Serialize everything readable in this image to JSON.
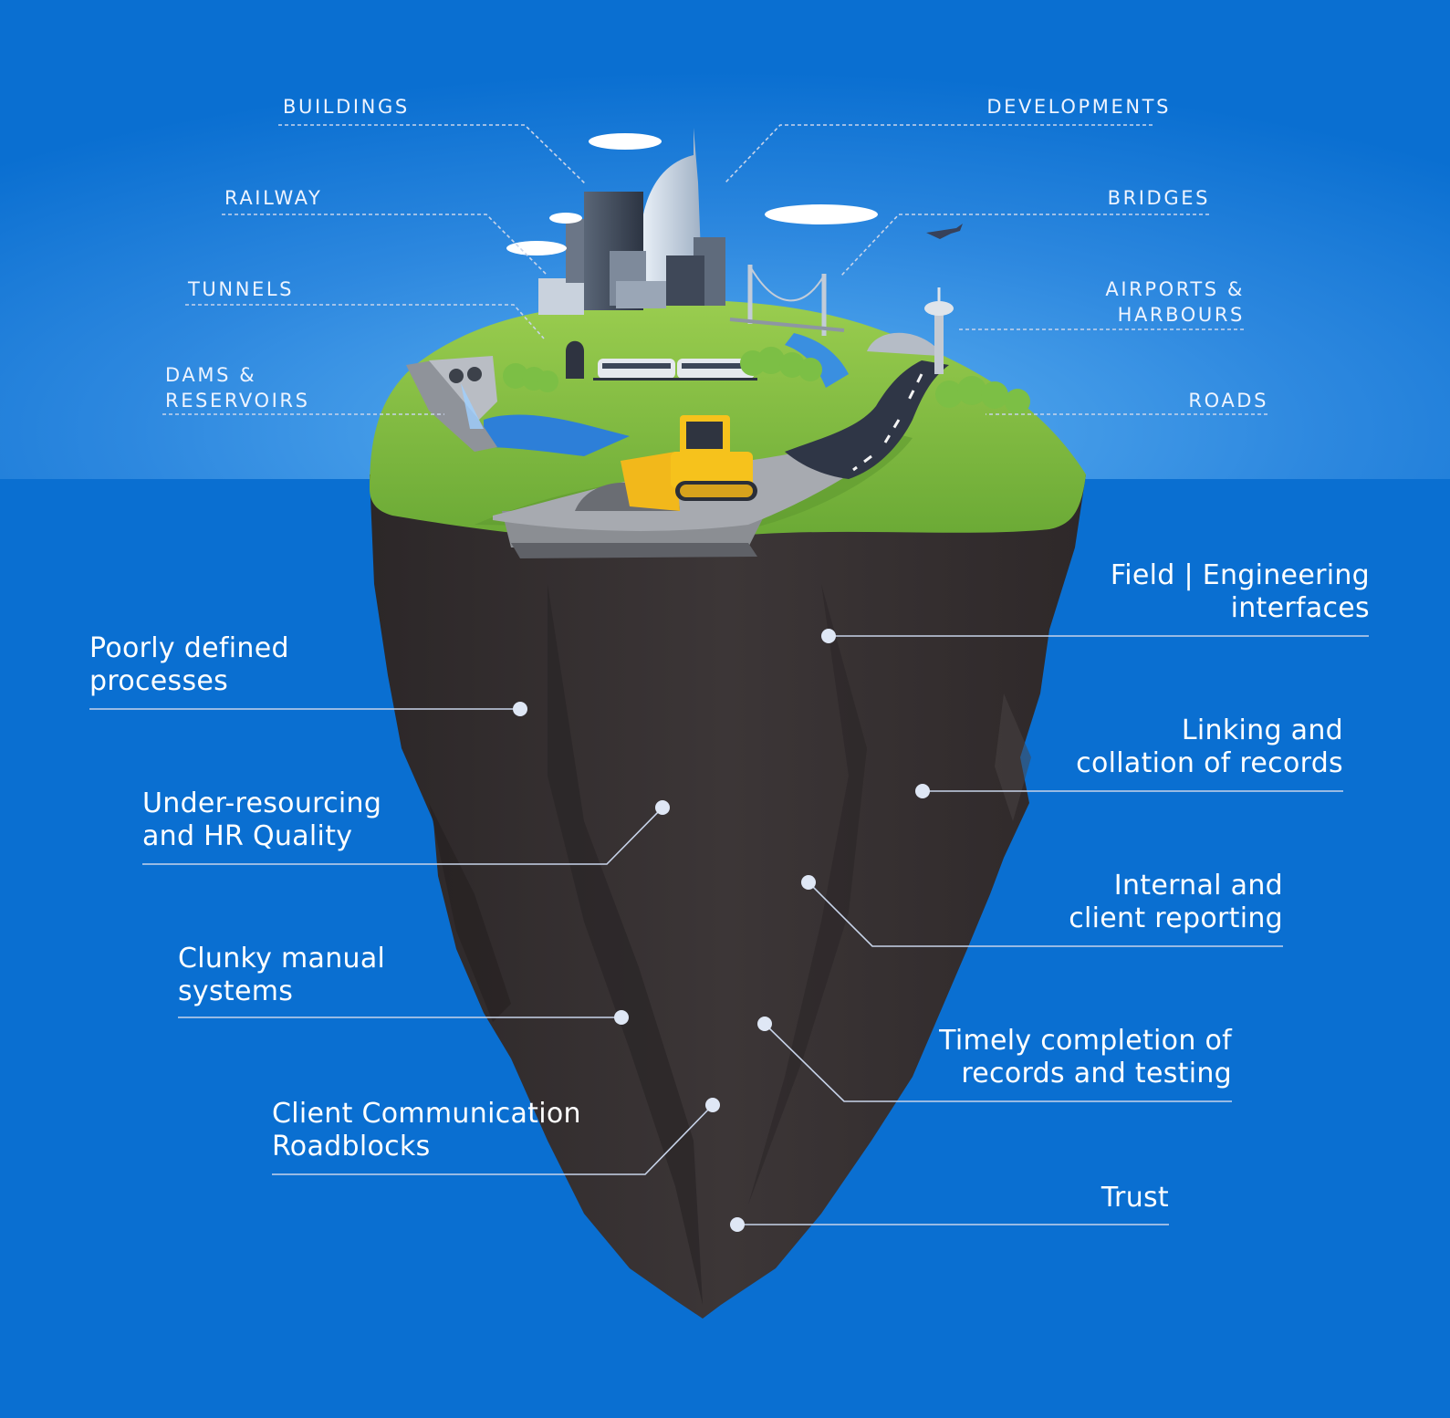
{
  "colors": {
    "background": "#0a6fd1",
    "sky_glow": "#3f9be8",
    "grass": "#7dba3c",
    "rock": "#3a3435",
    "rock_shadow": "#2a2526",
    "leader_line": "#c8d4ea",
    "dot": "#dfe7f5"
  },
  "infrastructure_labels": [
    {
      "id": "buildings",
      "lines": [
        "BUILDINGS"
      ]
    },
    {
      "id": "developments",
      "lines": [
        "DEVELOPMENTS"
      ]
    },
    {
      "id": "railway",
      "lines": [
        "RAILWAY"
      ]
    },
    {
      "id": "bridges",
      "lines": [
        "BRIDGES"
      ]
    },
    {
      "id": "tunnels",
      "lines": [
        "TUNNELS"
      ]
    },
    {
      "id": "airports",
      "lines": [
        "AIRPORTS &",
        "HARBOURS"
      ]
    },
    {
      "id": "dams",
      "lines": [
        "DAMS &",
        "RESERVOIRS"
      ]
    },
    {
      "id": "roads",
      "lines": [
        "ROADS"
      ]
    }
  ],
  "hidden_issues": [
    {
      "id": "field",
      "lines": [
        "Field | Engineering",
        "interfaces"
      ]
    },
    {
      "id": "poorly",
      "lines": [
        "Poorly defined",
        "processes"
      ]
    },
    {
      "id": "linking",
      "lines": [
        "Linking and",
        "collation of records"
      ]
    },
    {
      "id": "under",
      "lines": [
        "Under-resourcing",
        "and HR Quality"
      ]
    },
    {
      "id": "internal",
      "lines": [
        "Internal and",
        "client reporting"
      ]
    },
    {
      "id": "clunky",
      "lines": [
        "Clunky manual",
        "systems"
      ]
    },
    {
      "id": "timely",
      "lines": [
        "Timely completion of",
        "records and testing"
      ]
    },
    {
      "id": "client",
      "lines": [
        "Client Communication",
        "Roadblocks"
      ]
    },
    {
      "id": "trust",
      "lines": [
        "Trust"
      ]
    }
  ]
}
